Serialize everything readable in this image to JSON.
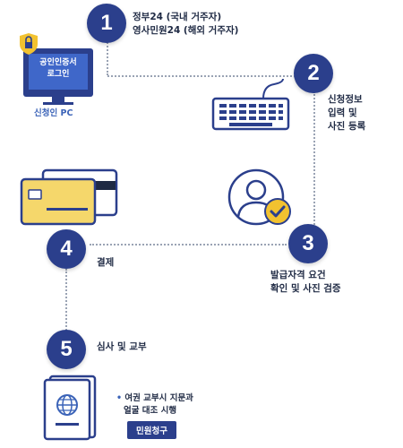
{
  "steps": [
    {
      "number": "1",
      "lines": [
        "정부24 (국내 거주자)",
        "영사민원24 (해외 거주자)"
      ]
    },
    {
      "number": "2",
      "lines": [
        "신청정보",
        "입력 및",
        "사진 등록"
      ]
    },
    {
      "number": "3",
      "lines": [
        "발급자격 요건",
        "확인 및 사진 검증"
      ]
    },
    {
      "number": "4",
      "lines": [
        "결제"
      ]
    },
    {
      "number": "5",
      "lines": [
        "심사 및 교부"
      ]
    }
  ],
  "pc": {
    "screen_lines": [
      "공인인증서",
      "로그인"
    ],
    "caption": "신청인 PC"
  },
  "note": {
    "bullet": "•",
    "lines": [
      "여권 교부시 지문과",
      "얼굴 대조 시행"
    ]
  },
  "apply_button": "민원청구",
  "colors": {
    "navy": "#2b3f8c",
    "accent_blue": "#3b63b8",
    "card_yellow": "#f5d76b",
    "check_yellow": "#f2c230"
  },
  "icons": [
    "lock-icon",
    "computer-icon",
    "keyboard-icon",
    "credit-card-icon",
    "user-verified-icon",
    "passport-icon"
  ]
}
